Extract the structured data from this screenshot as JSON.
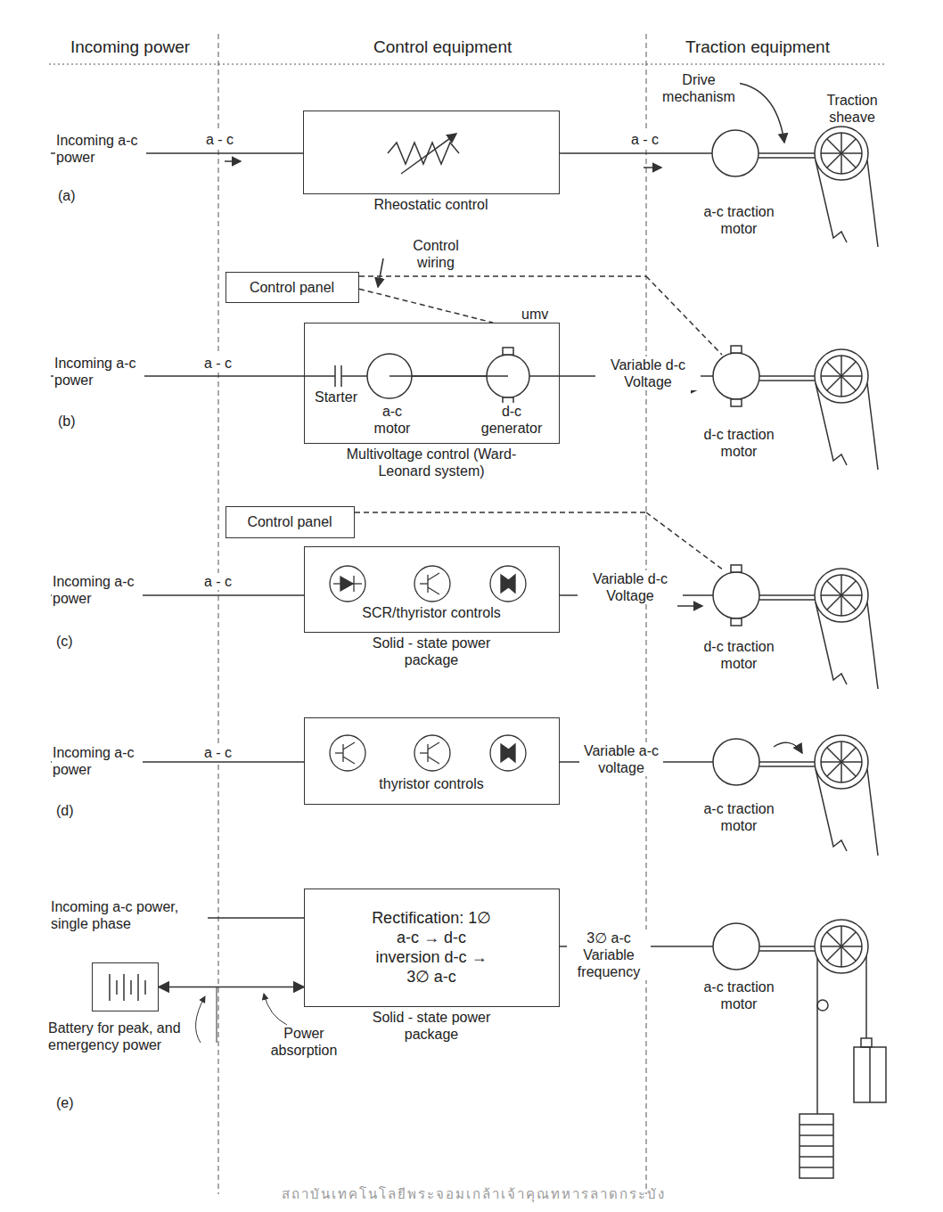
{
  "diagram": {
    "nodes": [
      {
        "text": [
          "Rheostatic control"
        ]
      },
      {
        "text": [
          "Control panel"
        ]
      },
      {
        "text": [
          "Multivoltage control (Ward-Leonard system)"
        ]
      },
      {
        "text": [
          "Control panel"
        ]
      },
      {
        "text": [
          "SCR/thyristor controls",
          "Solid - state power package"
        ]
      },
      {
        "text": [
          "thyristor controls"
        ]
      },
      {
        "text": [
          "Rectification: 1∅ a-c → d-c inversion d-c → 3∅ a-c",
          "Solid - state power package"
        ]
      },
      {
        "text": [
          "Battery for peak, and emergency power"
        ]
      }
    ],
    "edges": [
      {
        "from": 1,
        "to": 2,
        "arrow": "none"
      },
      {
        "from": 7,
        "to": 6,
        "arrow": "both"
      }
    ],
    "labels": [
      "Incoming power",
      "Control equipment",
      "Traction equipment",
      "Drive mechanism",
      "Traction sheave",
      "Incoming a-c power",
      "a - c",
      "a - c",
      "(a)",
      "a-c traction motor",
      "Control wiring",
      "umv",
      "Incoming a-c power",
      "a - c",
      "Starter",
      "a-c motor",
      "d-c generator",
      "Variable d-c Voltage",
      "(b)",
      "d-c traction motor",
      "Incoming a-c power",
      "a - c",
      "Variable d-c Voltage",
      "(c)",
      "d-c traction motor",
      "Incoming a-c power",
      "a - c",
      "Variable a-c voltage",
      "(d)",
      "a-c traction motor",
      "Incoming a-c power, single phase",
      "3∅ a-c Variable frequency",
      "a-c traction motor",
      "Power absorption",
      "(e)",
      "สถาบันเทคโนโลยีพระจอมเกล้าเจ้าคุณทหารลาดกระบัง"
    ]
  }
}
